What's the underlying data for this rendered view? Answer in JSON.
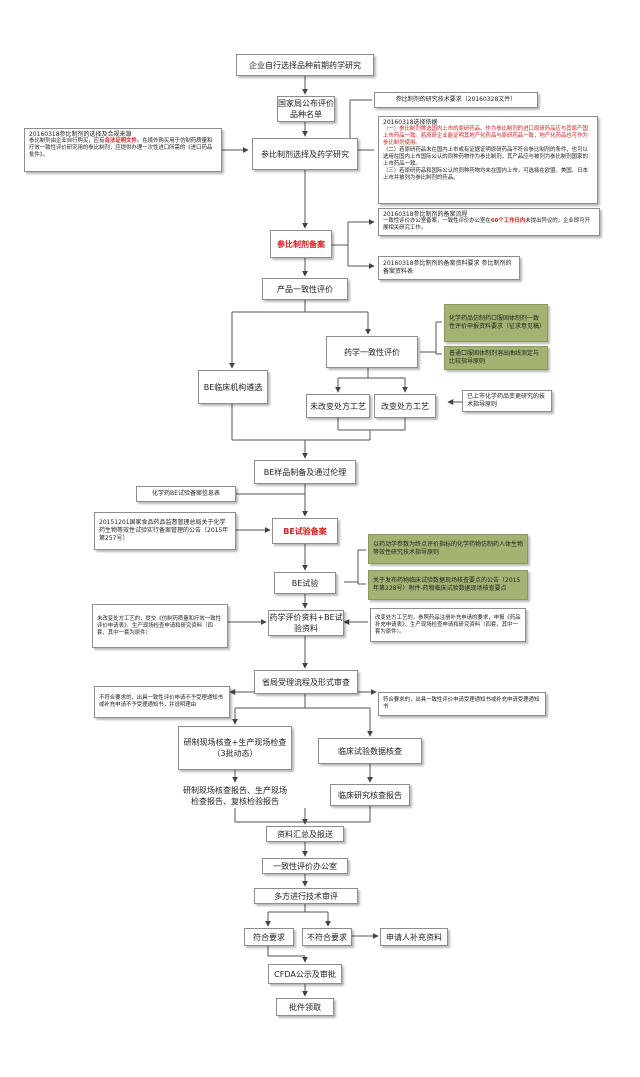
{
  "main_flow": {
    "start": "企业自行选择品种前期药学研究",
    "catalog": "国家局公布评价品种名单",
    "select_ref": "参比制剂选择及药学研究",
    "ref_filing": "参比制剂备案",
    "consistency": "产品一致性评价",
    "pharm_eval": "药学一致性评价",
    "be_select": "BE临床机构遴选",
    "unchanged": "未改变处方工艺",
    "changed": "改变处方工艺",
    "be_prep": "BE样品制备及通过伦理",
    "be_filing": "BE试验备案",
    "be_test": "BE试验",
    "submit": "药学评价资料+BE试验资料",
    "prov_review": "省局受理流程及形式审查",
    "site_check": "研制现场核查+生产现场检查（3批动态）",
    "clinical_check": "临床试验数据核查",
    "site_reports": "研制现场核查报告、生产现场检查报告、复核检验报告",
    "clinical_report": "临床研究核查报告",
    "summary": "资料汇总及报送",
    "office": "一致性评价办公室",
    "review": "多方进行技术审评",
    "pass": "符合要求",
    "fail": "不符合要求",
    "supplement": "申请人补充资料",
    "cfda": "CFDA公示及审批",
    "approval": "批件领取"
  },
  "notes": {
    "ref_tech": "参比制剂的研究技术要求（20160328文件）",
    "ref_basis_title": "20160318选择依据",
    "ref_basis_1": "（一）参比制剂首选国内上市的原研药品。作为参比制剂的进口原研药品应与其原产国上市药品一致。若原研企业能证明其地产化药品与原研药品一致，地产化药品也可作为参比制剂使用。",
    "ref_basis_2": "（二）若原研药品未在国内上市或有证据证明原研药品不符合参比制剂的条件，也可以选用在国内上市国际公认的同种药物作为参比制剂，其产品应与被列为参比制剂国家的上市药品一致。",
    "ref_basis_3": "（三）若原研药品和国际公认的同种药物均未在国内上市，可选择在欧盟、美国、日本上市并被列为参比制剂的药品。",
    "ref_left_title": "20160318参比制剂的选择及合规来源",
    "ref_left_a": "参比制剂由企业自行购买，应有",
    "ref_left_b": "合法证明文件",
    "ref_left_c": "。在境外购买用于仿制药质量和疗效一致性评价研究用的参比制剂，应提供办理一次性进口所需的《进口药品批件》。",
    "filing_flow_title": "20160318参比制剂的备案流程",
    "filing_flow_a": "一致性评价办公室备案，一致性评价办公室在",
    "filing_flow_b": "60个工作日内",
    "filing_flow_c": "未提出异议的，企业即可开展相关研究工作。",
    "filing_docs": "20160318参比制剂的备案资料要求 参比制剂的备案资料表",
    "green_1": "化学药品仿制药口服固体制剂一致性评价申报资料要求（征求意见稿）",
    "green_2": "普通口服固体制剂溶出曲线测定与比较指导原则",
    "change_guide": "已上市化学药品变更研究的技术指导原则",
    "be_info": "化学药BE试验备案信息表",
    "be_filing_notice": "20151201国家食品药品监督管理总局关于化学药生物等效性试验实行备案管理的公告（2015年第257号）",
    "green_3": "以药动学参数为终点评价指标的化学药物仿制药人体生物等效性研究技术指导原则",
    "green_4": "关于发布药物临床试验数据现场核查要点的公告（2015年第228号）附件-药物临床试验数据现场核查要点",
    "unchanged_submit": "未改变处方工艺的，提交《仿制药质量和疗效一致性评价申请表》、生产现场检查申请和研究资料（四套，其中一套为原件）",
    "changed_submit": "改变处方工艺的，参照药品注册补充申请的要求，申报《药品补充申请表》、生产现场检查申请和研究资料（四套，其中一套为原件）。",
    "reject": "不符合要求的，出具一致性评价申请不予受理通知书或补充申请不予受理通知书，并说明理由",
    "accept": "符合要求的，出具一致性评价申请受理通知书或补充申请受理通知书"
  },
  "colors": {
    "accent_red": "#d42020",
    "guide_green": "#a3b472",
    "line": "#555555"
  }
}
